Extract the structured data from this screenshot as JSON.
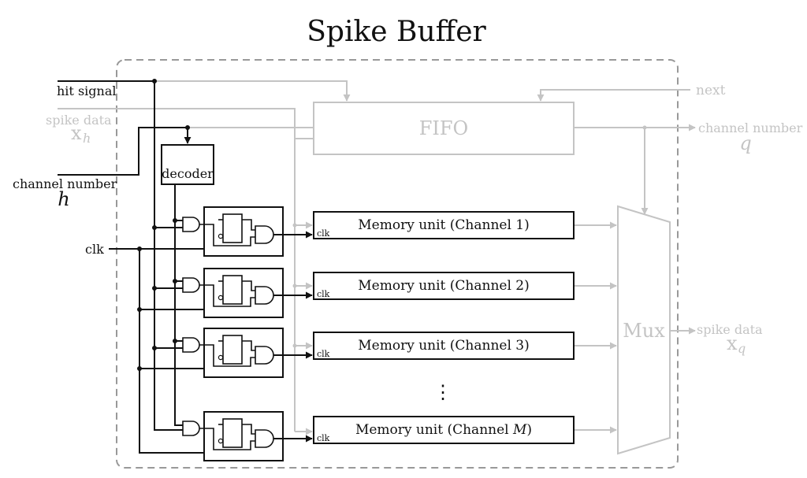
{
  "title": "Spike Buffer",
  "inputs": {
    "hit_signal": "hit signal",
    "spike_data": "spike data",
    "spike_data_var": "x",
    "spike_data_sub": "h",
    "channel_number": "channel number",
    "channel_number_var": "h",
    "clk": "clk"
  },
  "outputs": {
    "next": "next",
    "channel_number": "channel number",
    "channel_number_var": "q",
    "spike_data": "spike data",
    "spike_data_var": "x",
    "spike_data_sub": "q"
  },
  "blocks": {
    "fifo": "FIFO",
    "decoder": "decoder",
    "mux": "Mux",
    "dots": "⋮"
  },
  "memory_units": [
    {
      "label": "Memory unit (Channel 1)",
      "clk": "clk"
    },
    {
      "label": "Memory unit (Channel 2)",
      "clk": "clk"
    },
    {
      "label": "Memory unit (Channel 3)",
      "clk": "clk"
    },
    {
      "label_prefix": "Memory unit (Channel ",
      "label_var": "M",
      "label_suffix": ")",
      "clk": "clk"
    }
  ],
  "colors": {
    "active": "#111111",
    "inactive": "#c4c4c4",
    "border": "#999999"
  }
}
